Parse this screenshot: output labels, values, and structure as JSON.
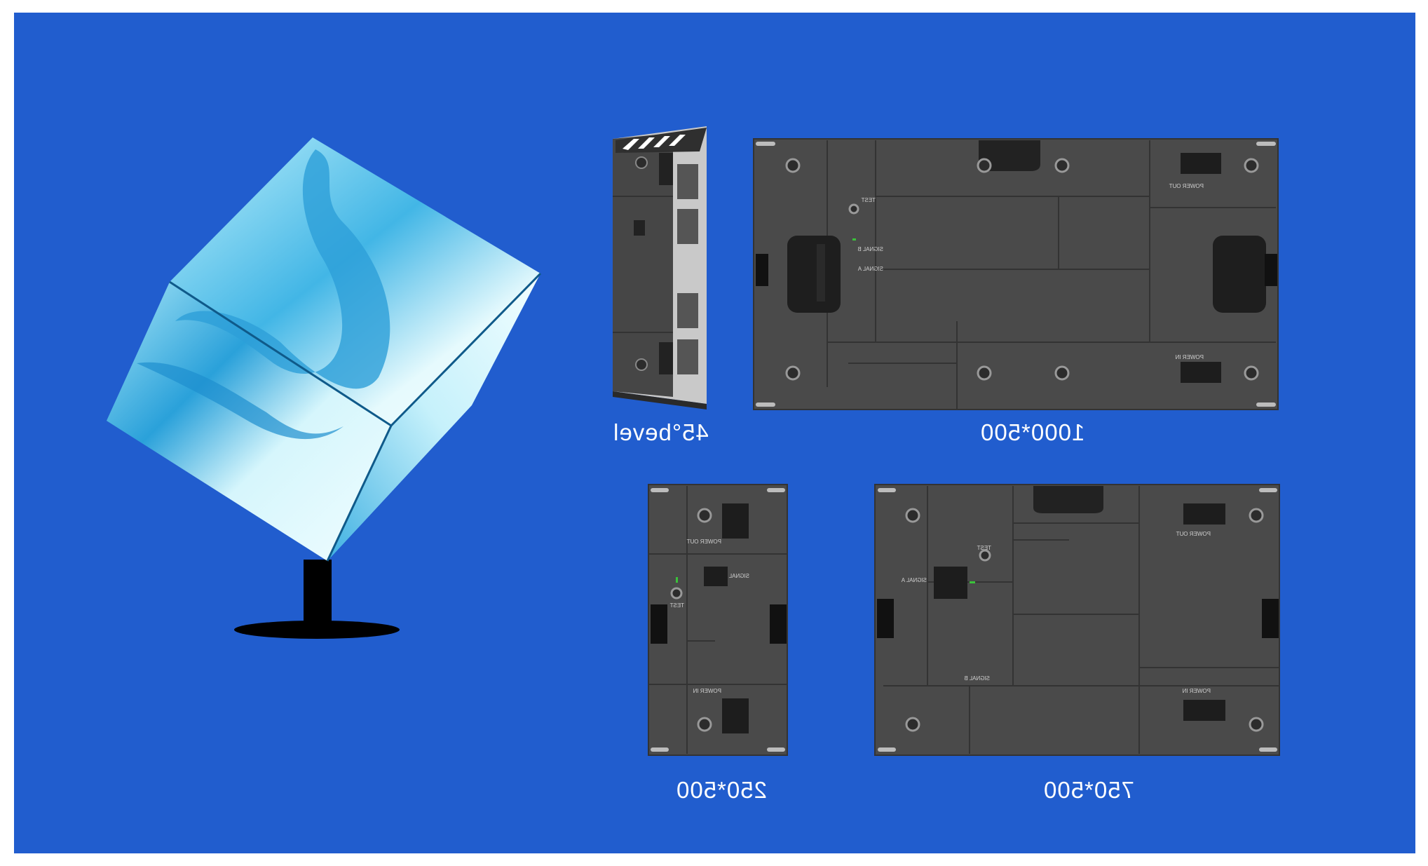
{
  "captions": {
    "bevel": "45°bevel",
    "size_1000": "1000*500",
    "size_250": "250*500",
    "size_750": "750*500"
  },
  "panel_labels": {
    "power_out": "POWER OUT",
    "power_in": "POWER IN",
    "signal_a": "SIGNAL A",
    "signal_b": "SIGNAL B",
    "signal": "SIGNAL",
    "test": "TEST"
  },
  "colors": {
    "background": "#215dce",
    "panel": "#4a4a4a",
    "cube_light": "#e8fbfd",
    "cube_blue": "#2aa4dc",
    "stand": "#000000"
  }
}
